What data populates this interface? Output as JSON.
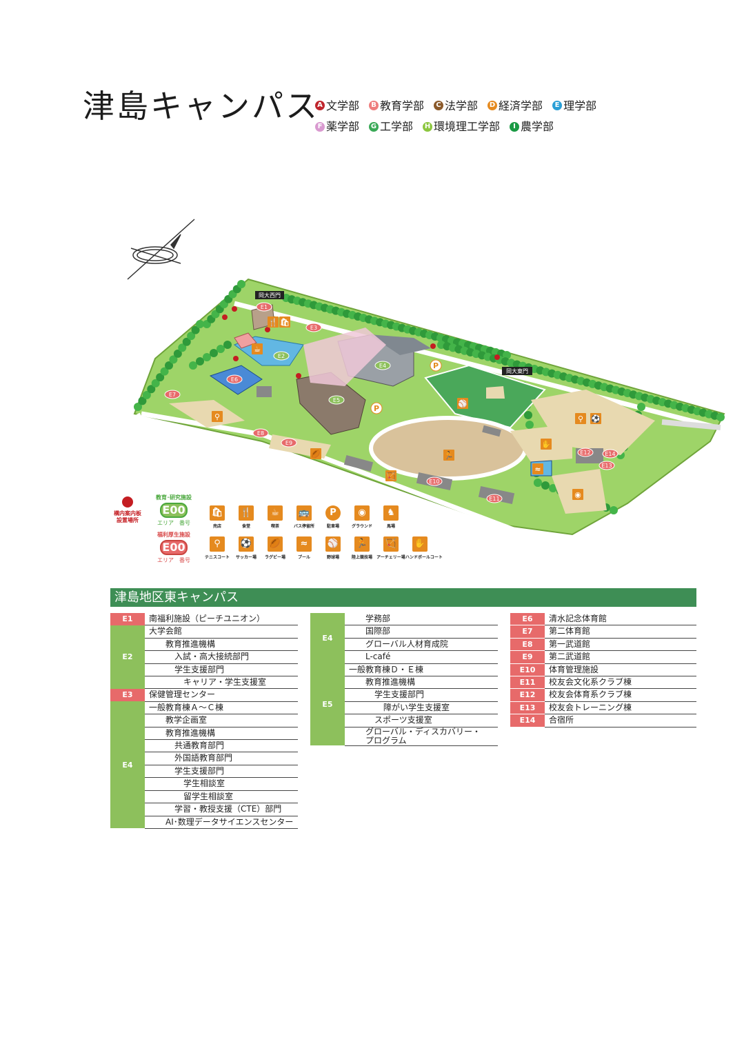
{
  "title": "津島キャンパス",
  "faculties": [
    [
      {
        "badge": "A",
        "name": "文学部",
        "color": "#c0262d"
      },
      {
        "badge": "B",
        "name": "教育学部",
        "color": "#ee7d7d"
      },
      {
        "badge": "C",
        "name": "法学部",
        "color": "#8b5a2b"
      },
      {
        "badge": "D",
        "name": "経済学部",
        "color": "#e58a1f"
      },
      {
        "badge": "E",
        "name": "理学部",
        "color": "#2a9fd6"
      }
    ],
    [
      {
        "badge": "F",
        "name": "薬学部",
        "color": "#d99ad0"
      },
      {
        "badge": "G",
        "name": "工学部",
        "color": "#3aa957"
      },
      {
        "badge": "H",
        "name": "環境理工学部",
        "color": "#8cc63f"
      },
      {
        "badge": "I",
        "name": "農学部",
        "color": "#1a9a44"
      }
    ]
  ],
  "map": {
    "gate_west": "岡大西門",
    "gate_east": "岡大東門",
    "areas": [
      "E1",
      "E2",
      "E3",
      "E4",
      "E5",
      "E6",
      "E7",
      "E8",
      "E9",
      "E10",
      "E11",
      "E12",
      "E13",
      "E14"
    ]
  },
  "legend": {
    "board": "構内案内板\n設置場所",
    "edu_label": "教育･研究施設",
    "edu_code": "E00",
    "edu_sub": "エリア　番号",
    "wel_label": "福利厚生施設",
    "wel_code": "E00",
    "wel_sub": "エリア　番号",
    "icons1": [
      {
        "icon": "shop",
        "label": "売店"
      },
      {
        "icon": "cafeteria",
        "label": "食堂"
      },
      {
        "icon": "coffee",
        "label": "喫茶"
      },
      {
        "icon": "bus",
        "label": "バス停留所"
      },
      {
        "icon": "parking",
        "label": "駐車場"
      },
      {
        "icon": "ground",
        "label": "グラウンド"
      },
      {
        "icon": "horse",
        "label": "馬場"
      }
    ],
    "icons2": [
      {
        "icon": "tennis",
        "label": "テニスコート"
      },
      {
        "icon": "soccer",
        "label": "サッカー場"
      },
      {
        "icon": "rugby",
        "label": "ラグビー場"
      },
      {
        "icon": "pool",
        "label": "プール"
      },
      {
        "icon": "baseball",
        "label": "野球場"
      },
      {
        "icon": "track",
        "label": "陸上競技場"
      },
      {
        "icon": "archery",
        "label": "アーチェリー場"
      },
      {
        "icon": "handball",
        "label": "ハンドボールコート"
      }
    ]
  },
  "section_title": "津島地区東キャンパス",
  "table1": [
    {
      "code": "E1",
      "color": "r",
      "rows": [
        {
          "t": "南福利施設（ピーチユニオン）",
          "i": 0
        }
      ]
    },
    {
      "code": "E2",
      "color": "g",
      "rows": [
        {
          "t": "大学会館",
          "i": 0
        },
        {
          "t": "教育推進機構",
          "i": 1
        },
        {
          "t": "入試・高大接続部門",
          "i": 2
        },
        {
          "t": "学生支援部門",
          "i": 2
        },
        {
          "t": "キャリア・学生支援室",
          "i": 3
        }
      ]
    },
    {
      "code": "E3",
      "color": "r",
      "rows": [
        {
          "t": "保健管理センター",
          "i": 0
        }
      ]
    },
    {
      "code": "E4",
      "color": "g",
      "rows": [
        {
          "t": "一般教育棟Ａ～Ｃ棟",
          "i": 0
        },
        {
          "t": "教学企画室",
          "i": 1
        },
        {
          "t": "教育推進機構",
          "i": 1
        },
        {
          "t": "共通教育部門",
          "i": 2
        },
        {
          "t": "外国語教育部門",
          "i": 2
        },
        {
          "t": "学生支援部門",
          "i": 2
        },
        {
          "t": "学生相談室",
          "i": 3
        },
        {
          "t": "留学生相談室",
          "i": 3
        },
        {
          "t": "学習・教授支援（CTE）部門",
          "i": 2
        },
        {
          "t": "AI･数理データサイエンスセンター",
          "i": 1
        }
      ]
    }
  ],
  "table2": [
    {
      "code": "E4",
      "color": "g",
      "rows": [
        {
          "t": "学務部",
          "i": 1
        },
        {
          "t": "国際部",
          "i": 1
        },
        {
          "t": "グローバル人材育成院",
          "i": 1
        },
        {
          "t": "L-café",
          "i": 1
        }
      ]
    },
    {
      "code": "E5",
      "color": "g",
      "rows": [
        {
          "t": "一般教育棟Ｄ・Ｅ棟",
          "i": 0
        },
        {
          "t": "教育推進機構",
          "i": 1
        },
        {
          "t": "学生支援部門",
          "i": 2
        },
        {
          "t": "障がい学生支援室",
          "i": 3
        },
        {
          "t": "スポーツ支援室",
          "i": 2
        },
        {
          "t": "グローバル・ディスカバリー・\nプログラム",
          "i": 1
        }
      ]
    }
  ],
  "table3": [
    {
      "code": "E6",
      "t": "清水記念体育館"
    },
    {
      "code": "E7",
      "t": "第二体育館"
    },
    {
      "code": "E8",
      "t": "第一武道館"
    },
    {
      "code": "E9",
      "t": "第二武道館"
    },
    {
      "code": "E10",
      "t": "体育管理施設"
    },
    {
      "code": "E11",
      "t": "校友会文化系クラブ棟"
    },
    {
      "code": "E12",
      "t": "校友会体育系クラブ棟"
    },
    {
      "code": "E13",
      "t": "校友会トレーニング棟"
    },
    {
      "code": "E14",
      "t": "合宿所"
    }
  ]
}
